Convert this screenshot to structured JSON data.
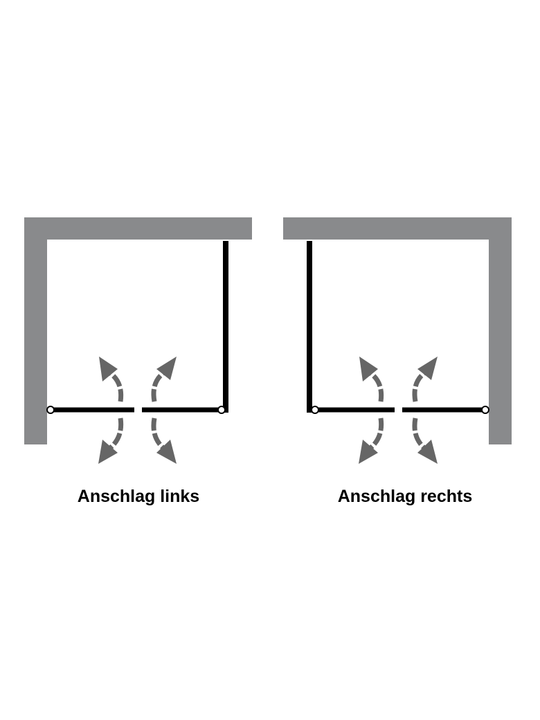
{
  "diagrams": [
    {
      "id": "left",
      "label": "Anschlag links"
    },
    {
      "id": "right",
      "label": "Anschlag rechts"
    }
  ],
  "colors": {
    "wall": "#898a8c",
    "door": "#000000",
    "arrow": "#666666",
    "background": "#ffffff"
  },
  "icons": {
    "hinge": "hinge-icon",
    "arrow": "swing-arrow-icon"
  }
}
